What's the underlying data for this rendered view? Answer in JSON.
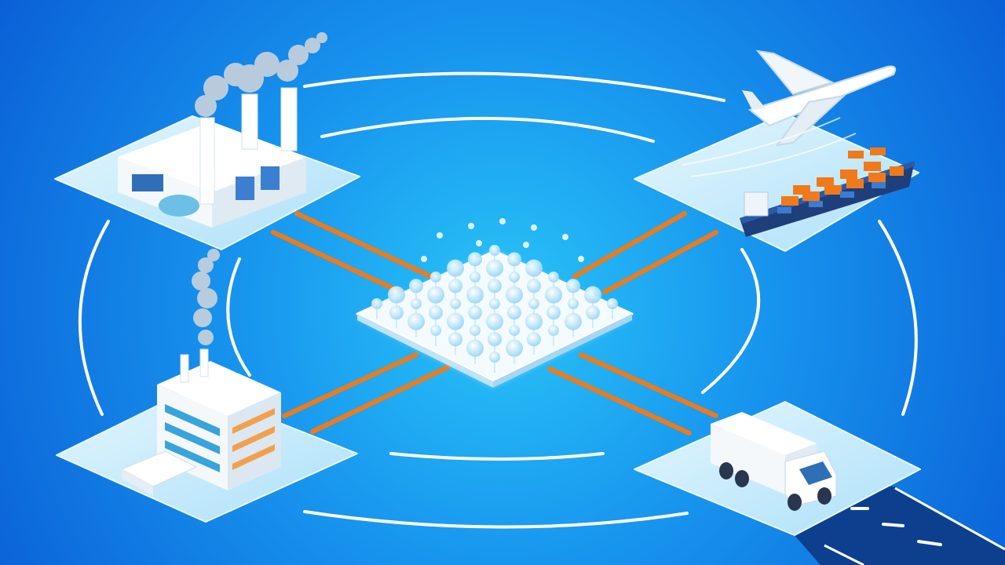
{
  "scene": {
    "nodes": [
      {
        "id": "factory",
        "icon": "factory-icon"
      },
      {
        "id": "logistics",
        "icon": "airplane-and-cargo-ship-icon"
      },
      {
        "id": "plant",
        "icon": "industrial-building-icon"
      },
      {
        "id": "transport",
        "icon": "delivery-truck-icon"
      },
      {
        "id": "hub",
        "icon": "data-network-hub-icon"
      }
    ],
    "colors": {
      "background_center": "#29c4f7",
      "background_edge": "#0a5fd6",
      "link": "#f07a1a",
      "ring": "#ffffff",
      "platform": "#bfe8fb",
      "road": "#0d3f8f"
    }
  }
}
